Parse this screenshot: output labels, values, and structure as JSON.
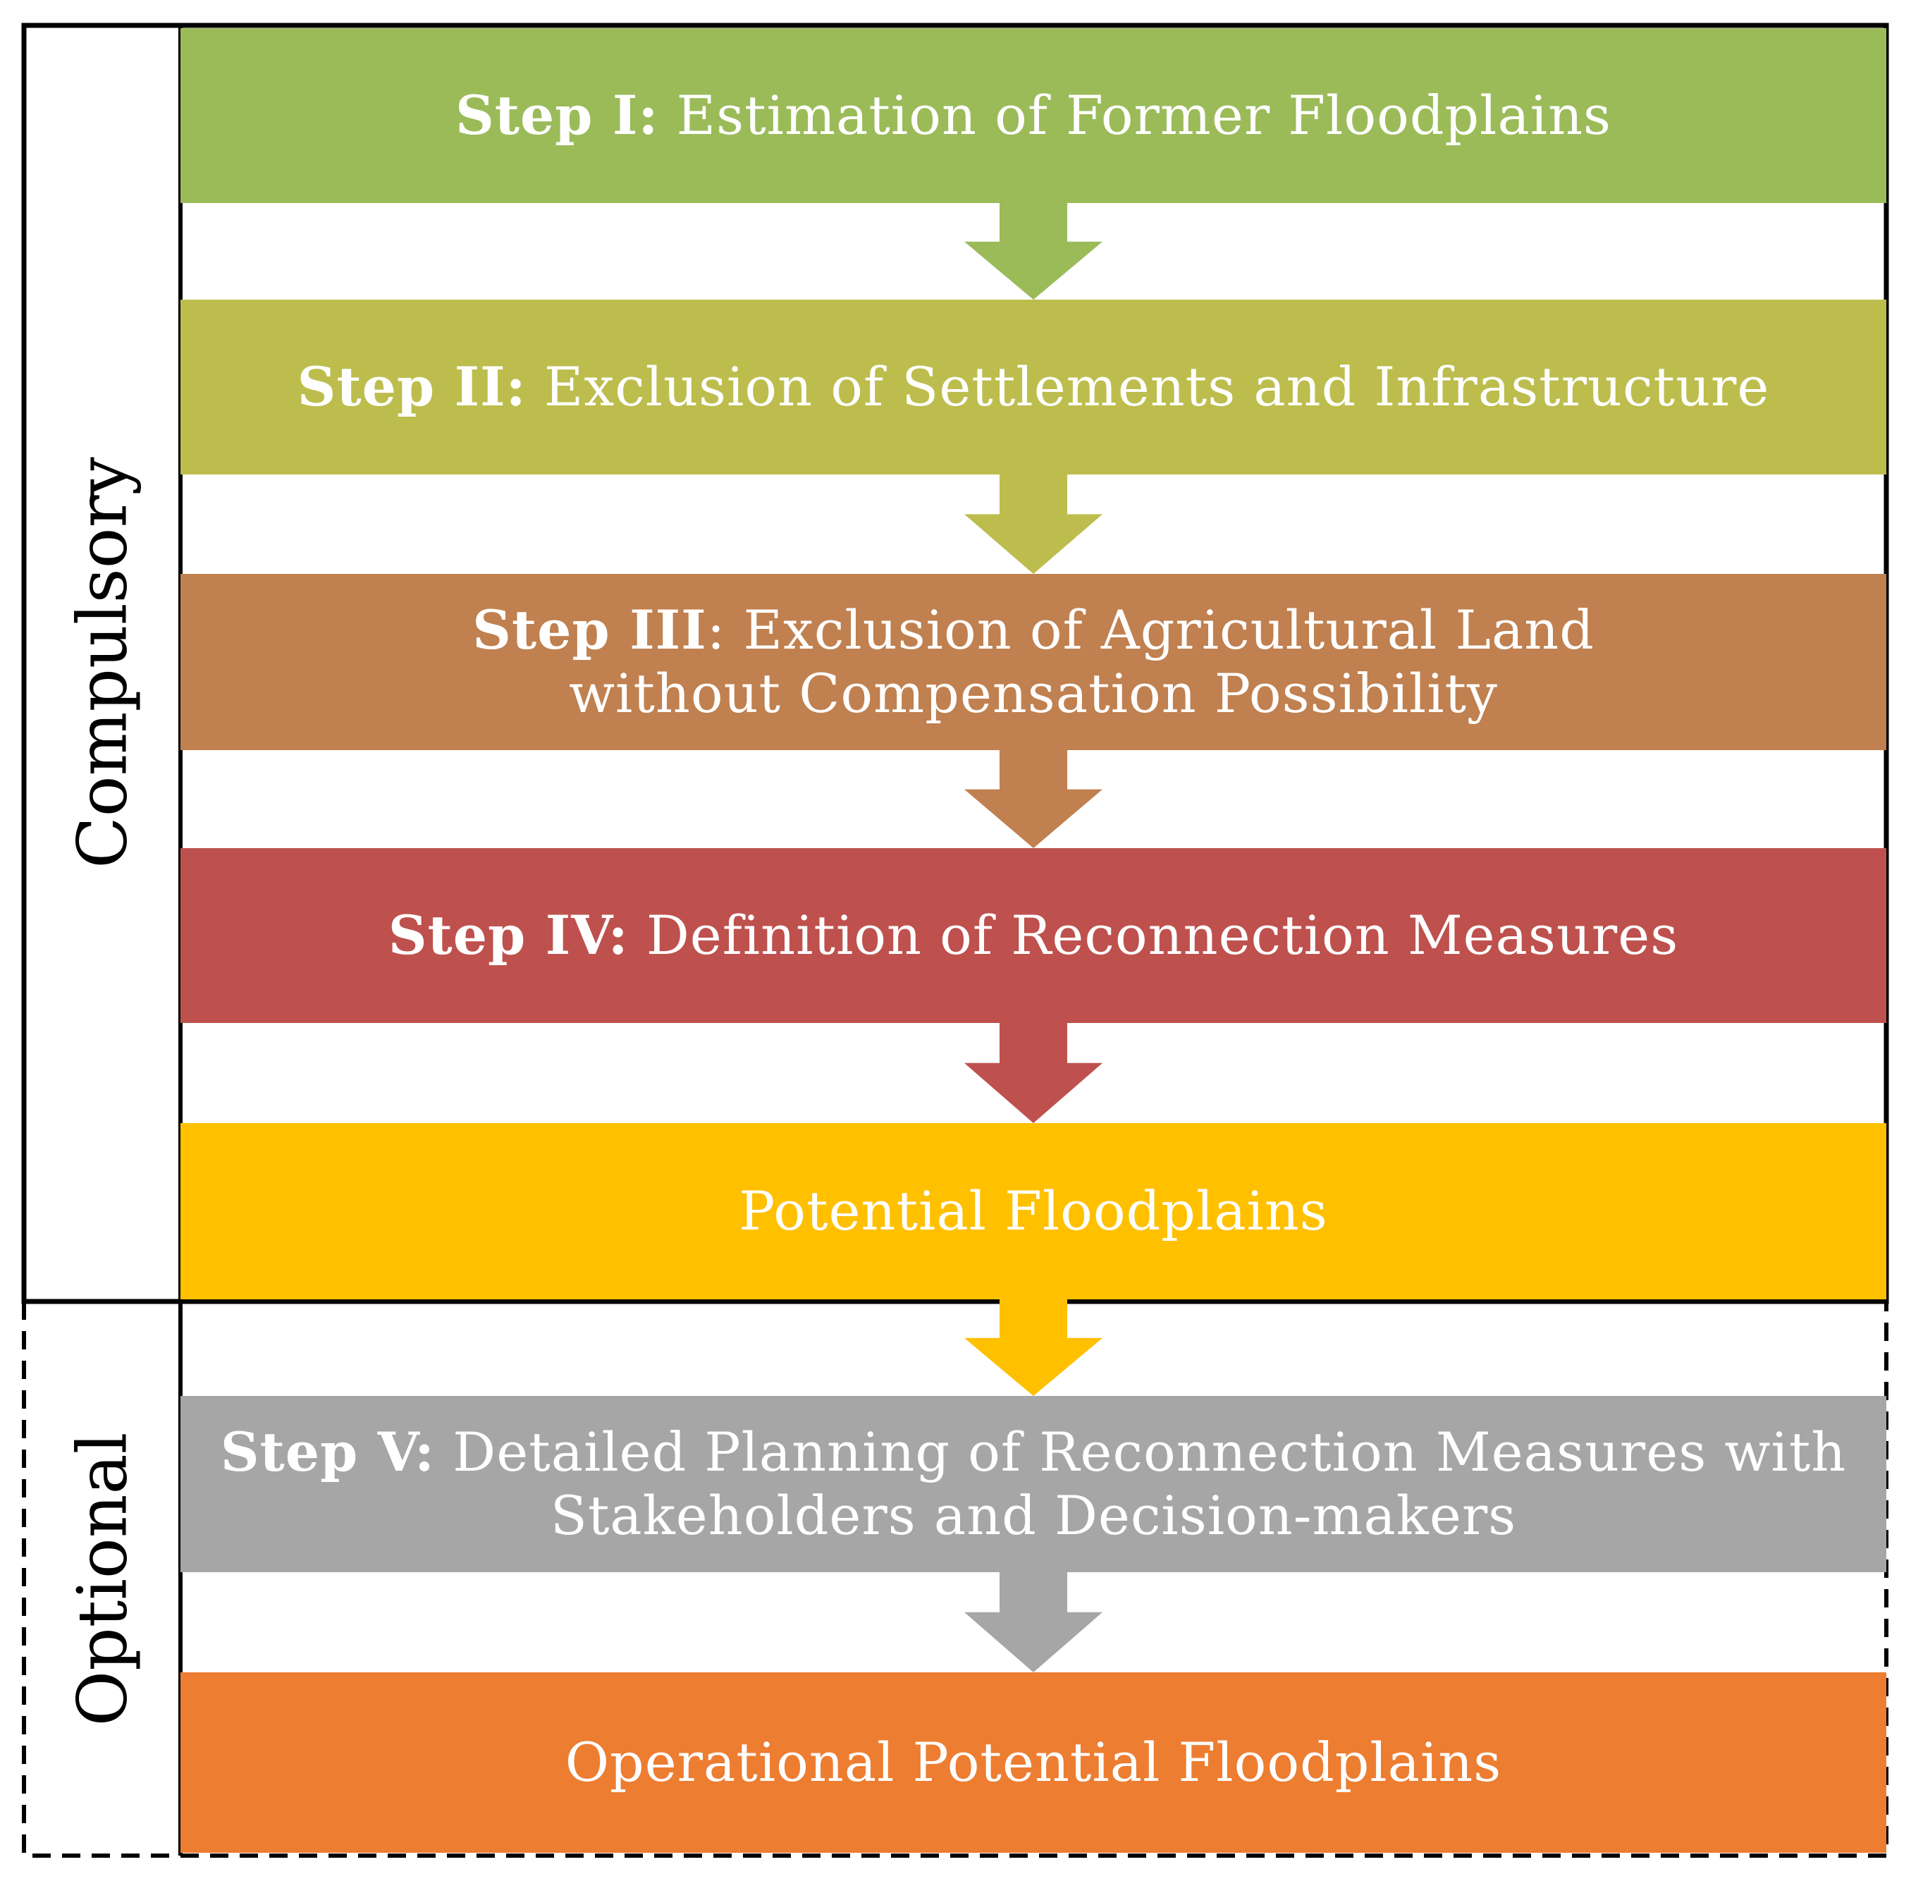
{
  "sections": {
    "compulsory_label": "Compulsory",
    "optional_label": "Optional"
  },
  "steps": [
    {
      "prefix": "Step I:",
      "text": " Estimation of Former Floodplains",
      "color": "#9BBB59"
    },
    {
      "prefix": "Step II:",
      "text": " Exclusion of Settlements and Infrastructure",
      "color": "#BCBD4D"
    },
    {
      "prefix": "Step III",
      "text": ": Exclusion of Agricultural Land without Compensation Possibility",
      "color": "#C0804F"
    },
    {
      "prefix": "Step IV:",
      "text": " Definition of Reconnection Measures",
      "color": "#BE514D"
    },
    {
      "prefix": "",
      "text": "Potential Floodplains",
      "color": "#FFC000"
    },
    {
      "prefix": "Step V:",
      "text": " Detailed Planning of Reconnection Measures with Stakeholders and Decision-makers",
      "color": "#A6A6A6"
    },
    {
      "prefix": "",
      "text": "Operational Potential Floodplains",
      "color": "#ED7D31"
    }
  ]
}
